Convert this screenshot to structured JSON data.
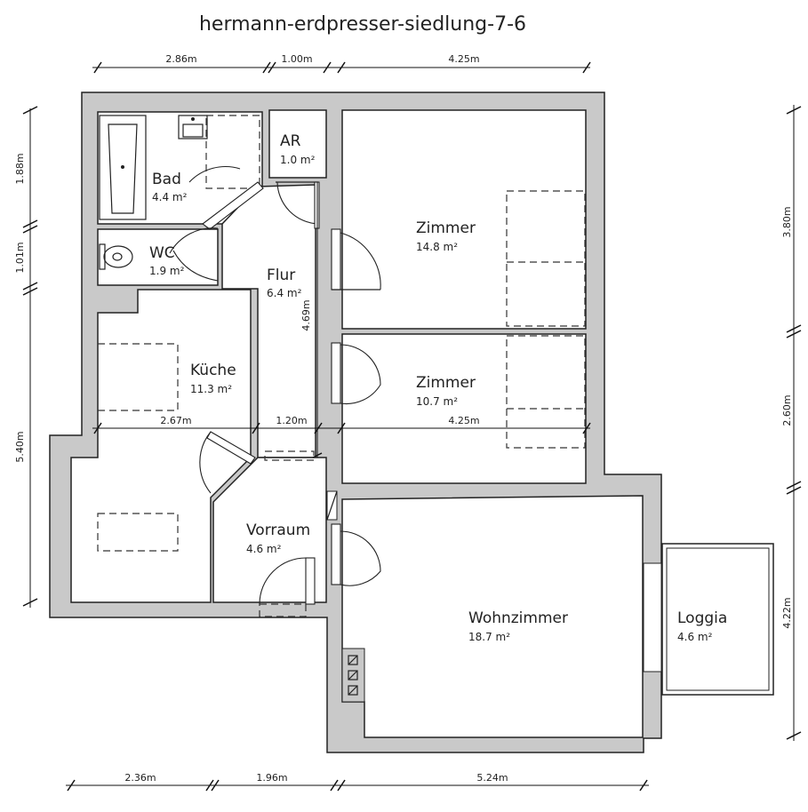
{
  "title": "hermann-erdpresser-siedlung-7-6",
  "rooms": {
    "bad": {
      "name": "Bad",
      "area": "4.4 m²"
    },
    "wc": {
      "name": "WC",
      "area": "1.9 m²"
    },
    "ar": {
      "name": "AR",
      "area": "1.0 m²"
    },
    "flur": {
      "name": "Flur",
      "area": "6.4 m²"
    },
    "zimmer1": {
      "name": "Zimmer",
      "area": "14.8 m²"
    },
    "zimmer2": {
      "name": "Zimmer",
      "area": "10.7 m²"
    },
    "kueche": {
      "name": "Küche",
      "area": "11.3 m²"
    },
    "vorraum": {
      "name": "Vorraum",
      "area": "4.6 m²"
    },
    "wohnzimmer": {
      "name": "Wohnzimmer",
      "area": "18.7 m²"
    },
    "loggia": {
      "name": "Loggia",
      "area": "4.6 m²"
    }
  },
  "dimensions": {
    "top": [
      "2.86m",
      "1.00m",
      "4.25m"
    ],
    "middle": [
      "2.67m",
      "1.20m",
      "4.25m"
    ],
    "bottom": [
      "2.36m",
      "1.96m",
      "5.24m"
    ],
    "left": [
      "1.88m",
      "1.01m",
      "5.40m"
    ],
    "right": [
      "3.80m",
      "2.60m",
      "4.22m"
    ],
    "flur_length": "4.69m"
  }
}
